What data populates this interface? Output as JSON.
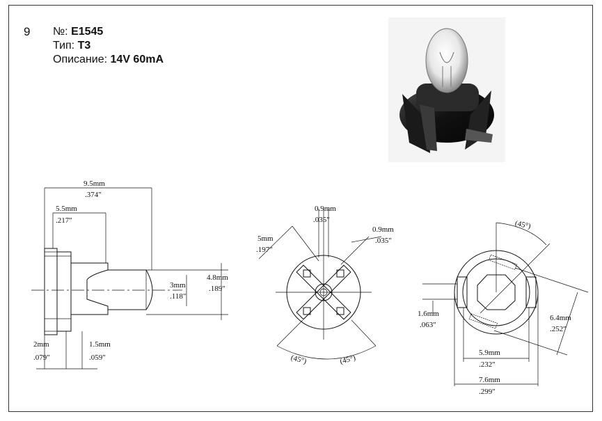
{
  "item": {
    "number": "9",
    "part_label": "№: ",
    "part_value": "E1545",
    "type_label": "Тип: ",
    "type_value": "T3",
    "desc_label": "Описание: ",
    "desc_value": "14V 60mA"
  },
  "side_view": {
    "total_len_mm": "9.5mm",
    "total_len_in": ".374\"",
    "bulb_len_mm": "5.5mm",
    "bulb_len_in": ".217\"",
    "height_mm": "4.8mm",
    "height_in": ".189\"",
    "bulb_dia_mm": "3mm",
    "bulb_dia_in": ".118\"",
    "base_mm": "2mm",
    "base_in": ".079\"",
    "flange_mm": "1.5mm",
    "flange_in": ".059\""
  },
  "front_view": {
    "slot1_mm": "0.9mm",
    "slot1_in": ".035\"",
    "slot2_mm": "0.9mm",
    "slot2_in": ".035\"",
    "width_mm": "5mm",
    "width_in": ".197\"",
    "angle1": "(45°)",
    "angle2": "(45°)"
  },
  "back_view": {
    "angle": "(45°)",
    "lead_mm": "1.6mm",
    "lead_in": ".063\"",
    "diag_mm": "6.4mm",
    "diag_in": ".252\"",
    "inner_mm": "5.9mm",
    "inner_in": ".232\"",
    "outer_mm": "7.6mm",
    "outer_in": ".299\""
  }
}
